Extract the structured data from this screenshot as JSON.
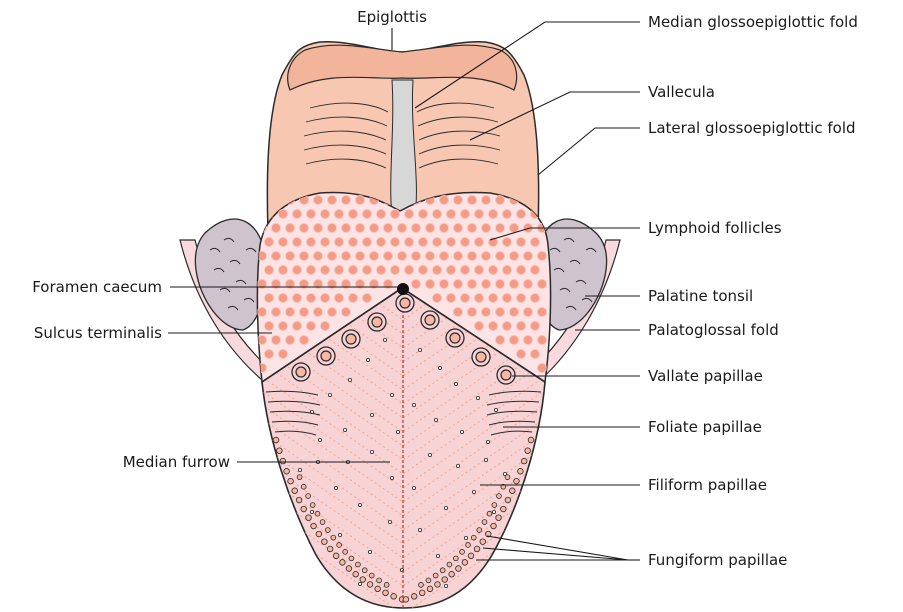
{
  "labels": {
    "epiglottis": "Epiglottis",
    "median_glossoepiglottic_fold": "Median glossoepiglottic fold",
    "vallecula": "Vallecula",
    "lateral_glossoepiglottic_fold": "Lateral glossoepiglottic fold",
    "lymphoid_follicles": "Lymphoid follicles",
    "foramen_caecum": "Foramen caecum",
    "palatine_tonsil": "Palatine tonsil",
    "sulcus_terminalis": "Sulcus terminalis",
    "palatoglossal_fold": "Palatoglossal fold",
    "vallate_papillae": "Vallate papillae",
    "foliate_papillae": "Foliate papillae",
    "median_furrow": "Median furrow",
    "filiform_papillae": "Filiform papillae",
    "fungiform_papillae": "Fungiform papillae"
  },
  "colors": {
    "epiglottis_fill": "#f7c7b1",
    "epiglottis_shade": "#f2b59b",
    "tongue_root_fill": "#fbe3e6",
    "tongue_body_fill": "#f7d3d6",
    "follicle_fill": "#f59a86",
    "tonsil_fill": "#cfc3cd",
    "fold_fill": "#f7d9de",
    "gap_fill": "#d7d7d7",
    "median_line": "#c0392b",
    "filiform_dash": "#f2a07f"
  }
}
